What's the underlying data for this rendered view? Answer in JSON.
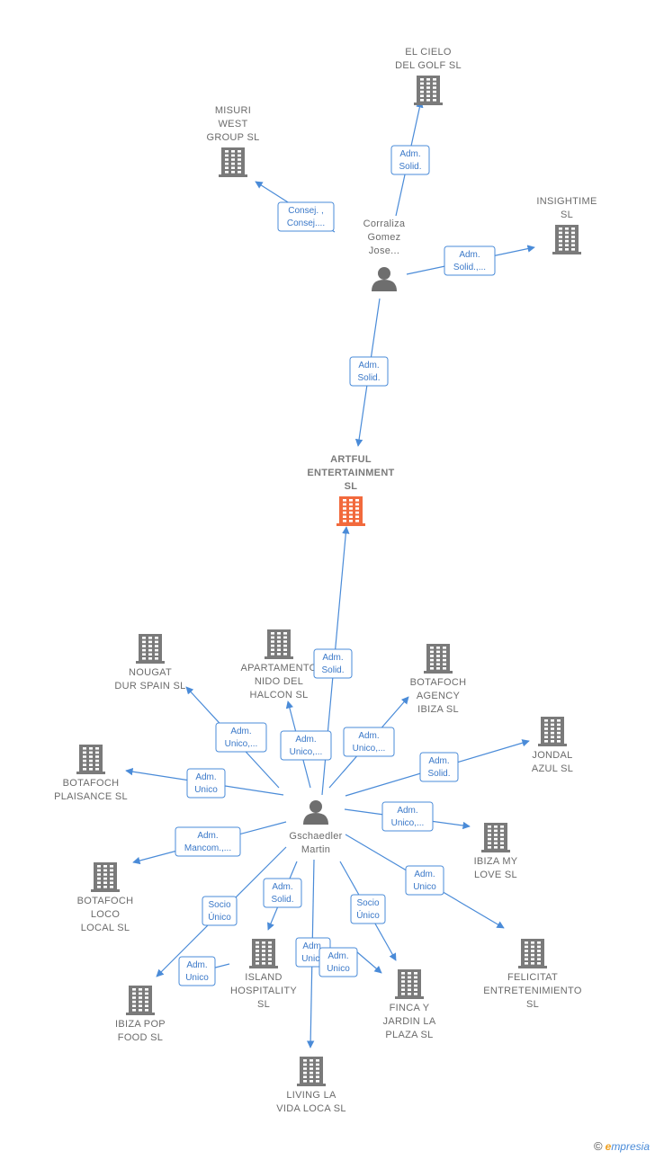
{
  "colors": {
    "edge": "#4a8bd8",
    "company": "#7a7a7a",
    "main_company": "#f26a3d",
    "person": "#6e6e6e"
  },
  "nodes": [
    {
      "id": "cielo",
      "type": "company",
      "lines": [
        "EL CIELO",
        "DEL GOLF  SL"
      ]
    },
    {
      "id": "misuri",
      "type": "company",
      "lines": [
        "MISURI",
        "WEST",
        "GROUP  SL"
      ]
    },
    {
      "id": "insightime",
      "type": "company",
      "lines": [
        "INSIGHTIME",
        "SL"
      ]
    },
    {
      "id": "corraliza",
      "type": "person",
      "lines": [
        "Corraliza",
        "Gomez",
        "Jose..."
      ]
    },
    {
      "id": "artful",
      "type": "main_company",
      "lines": [
        "ARTFUL",
        "ENTERTAINMENT",
        "SL"
      ]
    },
    {
      "id": "nougat",
      "type": "company",
      "lines": [
        "NOUGAT",
        "DUR SPAIN  SL"
      ]
    },
    {
      "id": "apartamento",
      "type": "company",
      "lines": [
        "APARTAMENTO",
        "NIDO DEL",
        "HALCON  SL"
      ]
    },
    {
      "id": "botafoch_agency",
      "type": "company",
      "lines": [
        "BOTAFOCH",
        "AGENCY",
        "IBIZA SL"
      ]
    },
    {
      "id": "jondal",
      "type": "company",
      "lines": [
        "JONDAL",
        "AZUL  SL"
      ]
    },
    {
      "id": "botafoch_plaisance",
      "type": "company",
      "lines": [
        "BOTAFOCH",
        "PLAISANCE SL"
      ]
    },
    {
      "id": "gschaedler",
      "type": "person",
      "lines": [
        "Gschaedler",
        "Martin"
      ]
    },
    {
      "id": "ibiza_my_love",
      "type": "company",
      "lines": [
        "IBIZA MY",
        "LOVE  SL"
      ]
    },
    {
      "id": "botafoch_loco",
      "type": "company",
      "lines": [
        "BOTAFOCH",
        "LOCO",
        "LOCAL  SL"
      ]
    },
    {
      "id": "felicitat",
      "type": "company",
      "lines": [
        "FELICITAT",
        "ENTRETENIMIENTO",
        "SL"
      ]
    },
    {
      "id": "island",
      "type": "company",
      "lines": [
        "ISLAND",
        "HOSPITALITY",
        "SL"
      ]
    },
    {
      "id": "finca",
      "type": "company",
      "lines": [
        "FINCA Y",
        "JARDIN LA",
        "PLAZA  SL"
      ]
    },
    {
      "id": "ibiza_pop",
      "type": "company",
      "lines": [
        "IBIZA POP",
        "FOOD  SL"
      ]
    },
    {
      "id": "living",
      "type": "company",
      "lines": [
        "LIVING LA",
        "VIDA LOCA  SL"
      ]
    }
  ],
  "edges": [
    {
      "from": "corraliza",
      "to": "cielo",
      "label": [
        "Adm.",
        "Solid."
      ]
    },
    {
      "from": "corraliza",
      "to": "misuri",
      "label": [
        "Consej. ,",
        "Consej...."
      ]
    },
    {
      "from": "corraliza",
      "to": "insightime",
      "label": [
        "Adm.",
        "Solid.,..."
      ]
    },
    {
      "from": "corraliza",
      "to": "artful",
      "label": [
        "Adm.",
        "Solid."
      ]
    },
    {
      "from": "gschaedler",
      "to": "artful",
      "label": [
        "Adm.",
        "Solid."
      ]
    },
    {
      "from": "gschaedler",
      "to": "nougat",
      "label": [
        "Adm.",
        "Unico,..."
      ]
    },
    {
      "from": "gschaedler",
      "to": "apartamento",
      "label": [
        "Adm.",
        "Unico,..."
      ]
    },
    {
      "from": "gschaedler",
      "to": "botafoch_agency",
      "label": [
        "Adm.",
        "Unico,..."
      ]
    },
    {
      "from": "gschaedler",
      "to": "jondal",
      "label": [
        "Adm.",
        "Solid."
      ]
    },
    {
      "from": "gschaedler",
      "to": "botafoch_plaisance",
      "label": [
        "Adm.",
        "Unico"
      ]
    },
    {
      "from": "gschaedler",
      "to": "ibiza_my_love",
      "label": [
        "Adm.",
        "Unico,..."
      ]
    },
    {
      "from": "gschaedler",
      "to": "botafoch_loco",
      "label": [
        "Adm.",
        "Mancom.,..."
      ]
    },
    {
      "from": "gschaedler",
      "to": "felicitat",
      "label": [
        "Adm.",
        "Unico"
      ]
    },
    {
      "from": "gschaedler",
      "to": "island",
      "label": [
        "Adm.",
        "Solid."
      ]
    },
    {
      "from": "gschaedler",
      "to": "finca",
      "label": [
        "Socio",
        "Único"
      ]
    },
    {
      "from": "gschaedler",
      "to": "ibiza_pop",
      "label": [
        "Socio",
        "Único"
      ]
    },
    {
      "from": "island",
      "to": "ibiza_pop",
      "label": [
        "Adm.",
        "Unico"
      ]
    },
    {
      "from": "gschaedler",
      "to": "living",
      "label": [
        "Adm.",
        "Unico"
      ]
    },
    {
      "from": "gschaedler",
      "to": "finca",
      "label": [
        "Adm.",
        "Unico"
      ]
    }
  ],
  "footer": {
    "copyright": "©",
    "brand_initial": "e",
    "brand_rest": "mpresia"
  }
}
